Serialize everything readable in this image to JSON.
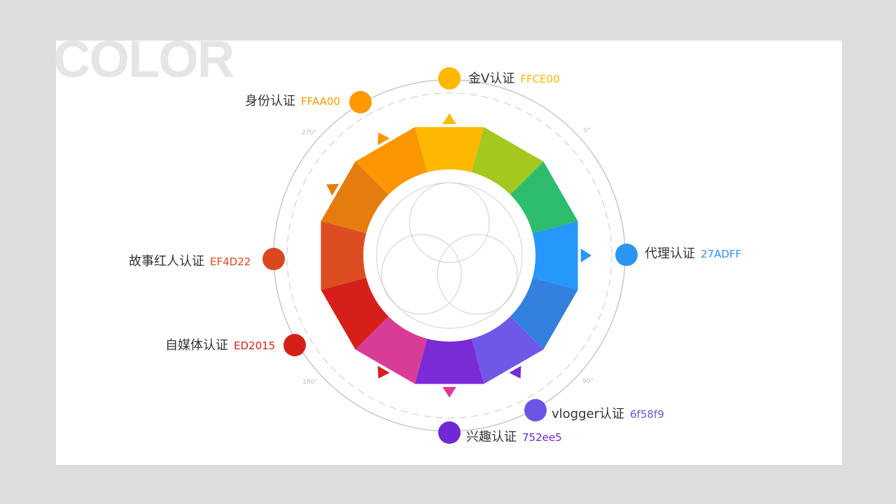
{
  "title": "COLOR",
  "angles": [
    "0°",
    "90°",
    "180°",
    "270°"
  ],
  "wheel_colors": [
    "#fcb900",
    "#a3c91f",
    "#2ebd6e",
    "#2798fb",
    "#3380df",
    "#6f58e8",
    "#7a2bd6",
    "#d83c96",
    "#d61f1a",
    "#dc4e22",
    "#e47d0d",
    "#fc9600"
  ],
  "labels": [
    {
      "id": "jinv",
      "name": "金V认证",
      "code": "FFCE00",
      "color": "#ffb800"
    },
    {
      "id": "shenfen",
      "name": "身份认证",
      "code": "FFAA00",
      "color": "#ff9900"
    },
    {
      "id": "daili",
      "name": "代理认证",
      "code": "27ADFF",
      "color": "#2b96f0"
    },
    {
      "id": "gushi",
      "name": "故事红人认证",
      "code": "EF4D22",
      "color": "#d9481e"
    },
    {
      "id": "zimeiti",
      "name": "自媒体认证",
      "code": "ED2015",
      "color": "#d62017"
    },
    {
      "id": "vlogger",
      "name": "vlogger认证",
      "code": "6f58f9",
      "color": "#6a55e6"
    },
    {
      "id": "xingqu",
      "name": "兴趣认证",
      "code": "752ee5",
      "color": "#7028d4"
    }
  ]
}
